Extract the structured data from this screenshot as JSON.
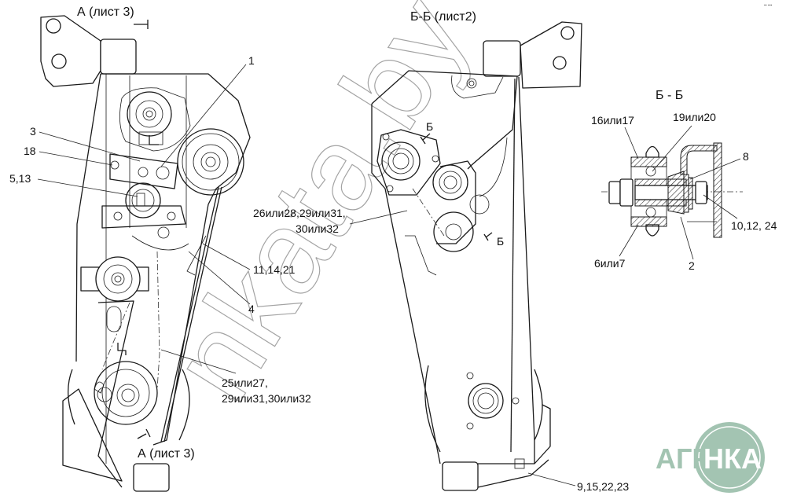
{
  "drawing": {
    "views": {
      "view_a": {
        "title_top": "А (лист 3)",
        "title_bottom": "А (лист 3)",
        "callouts": [
          "1",
          "3",
          "18",
          "5,13",
          "11,14,21",
          "4",
          "25или27,",
          "29или31,30или32"
        ]
      },
      "view_bb_sheet": {
        "title": "Б-Б (лист2)",
        "section_marks": [
          "Б",
          "Б"
        ],
        "callouts": [
          "26или28,29или31,",
          "30или32",
          "9,15,22,23"
        ]
      },
      "section_bb": {
        "title": "Б - Б",
        "callouts": [
          "16или17",
          "19или20",
          "8",
          "10,12, 24",
          "6или7",
          "2"
        ]
      }
    },
    "watermark": "nkata.by",
    "corner_mark": "▪▪ ▪▪▪"
  },
  "logo": {
    "left_text": "АГРО",
    "right_text": "НКА",
    "color": "#a3c4b2"
  }
}
